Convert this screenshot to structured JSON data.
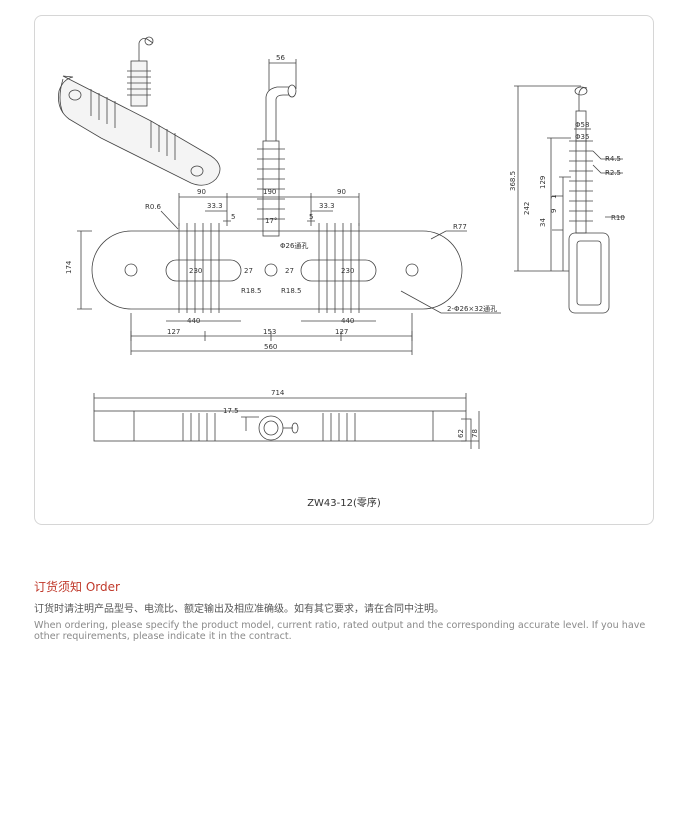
{
  "drawing": {
    "model_caption": "ZW43-12(零序)",
    "dims": {
      "d56": "56",
      "d90a": "90",
      "d190": "190",
      "d90b": "90",
      "d33a": "33.3",
      "d33b": "33.3",
      "d5a": "5",
      "d5b": "5",
      "r06": "R0.6",
      "r77": "R77",
      "deg17": "17°",
      "hole26": "Φ26通孔",
      "d174": "174",
      "d230a": "230",
      "d230b": "230",
      "d27a": "27",
      "d27b": "27",
      "r185a": "R18.5",
      "r185b": "R18.5",
      "slots": "2-Φ26×32通孔",
      "d440a": "440",
      "d440b": "440",
      "d127a": "127",
      "d153": "153",
      "d127b": "127",
      "d560": "560",
      "d714": "714",
      "d175": "17.5",
      "d62": "62",
      "d78": "78",
      "phi58": "Φ58",
      "phi35": "Φ35",
      "r45": "R4.5",
      "r25": "R2.5",
      "r10": "R10",
      "d3685": "368.5",
      "d242": "242",
      "d129": "129",
      "d34": "34",
      "d9": "9",
      "d1": "1"
    }
  },
  "order": {
    "title": "订货须知 Order",
    "text_cn": "订货时请注明产品型号、电流比、额定输出及相应准确级。如有其它要求，请在合同中注明。",
    "text_en": "When ordering, please specify the product model, current ratio, rated output and the corresponding accurate level. If you have other requirements, please indicate it in the contract."
  }
}
